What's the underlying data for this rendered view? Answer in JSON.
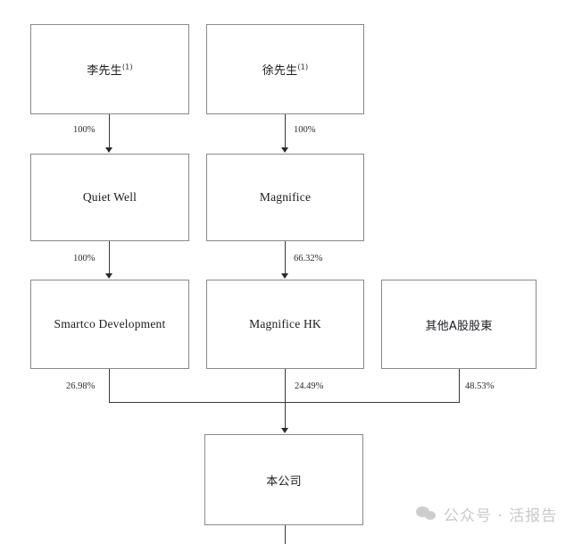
{
  "diagram": {
    "type": "org-ownership-chart",
    "nodes": [
      {
        "id": "li",
        "label": "李先生",
        "sup": "(1)",
        "lang": "cjk"
      },
      {
        "id": "xu",
        "label": "徐先生",
        "sup": "(1)",
        "lang": "cjk"
      },
      {
        "id": "quietwell",
        "label": "Quiet Well",
        "sup": "",
        "lang": "latin"
      },
      {
        "id": "magnifice",
        "label": "Magnifice",
        "sup": "",
        "lang": "latin"
      },
      {
        "id": "smartco",
        "label": "Smartco Development",
        "sup": "",
        "lang": "latin"
      },
      {
        "id": "magnihk",
        "label": "Magnifice HK",
        "sup": "",
        "lang": "latin"
      },
      {
        "id": "othera",
        "label": "其他A股股東",
        "sup": "",
        "lang": "cjk"
      },
      {
        "id": "company",
        "label": "本公司",
        "sup": "",
        "lang": "cjk"
      }
    ],
    "edges": [
      {
        "from": "li",
        "to": "quietwell",
        "label": "100%"
      },
      {
        "from": "xu",
        "to": "magnifice",
        "label": "100%"
      },
      {
        "from": "quietwell",
        "to": "smartco",
        "label": "100%"
      },
      {
        "from": "magnifice",
        "to": "magnihk",
        "label": "66.32%"
      },
      {
        "from": "smartco",
        "to": "company",
        "label": "26.98%"
      },
      {
        "from": "magnihk",
        "to": "company",
        "label": "24.49%"
      },
      {
        "from": "othera",
        "to": "company",
        "label": "48.53%"
      }
    ]
  },
  "watermark": {
    "text": "公众号 · 活报告",
    "icon": "wechat-icon",
    "color": "#c9c9c9"
  },
  "colors": {
    "box_border": "#8a8a8a",
    "line": "#3a3a3a",
    "text": "#1b1b22",
    "background": "#ffffff"
  }
}
